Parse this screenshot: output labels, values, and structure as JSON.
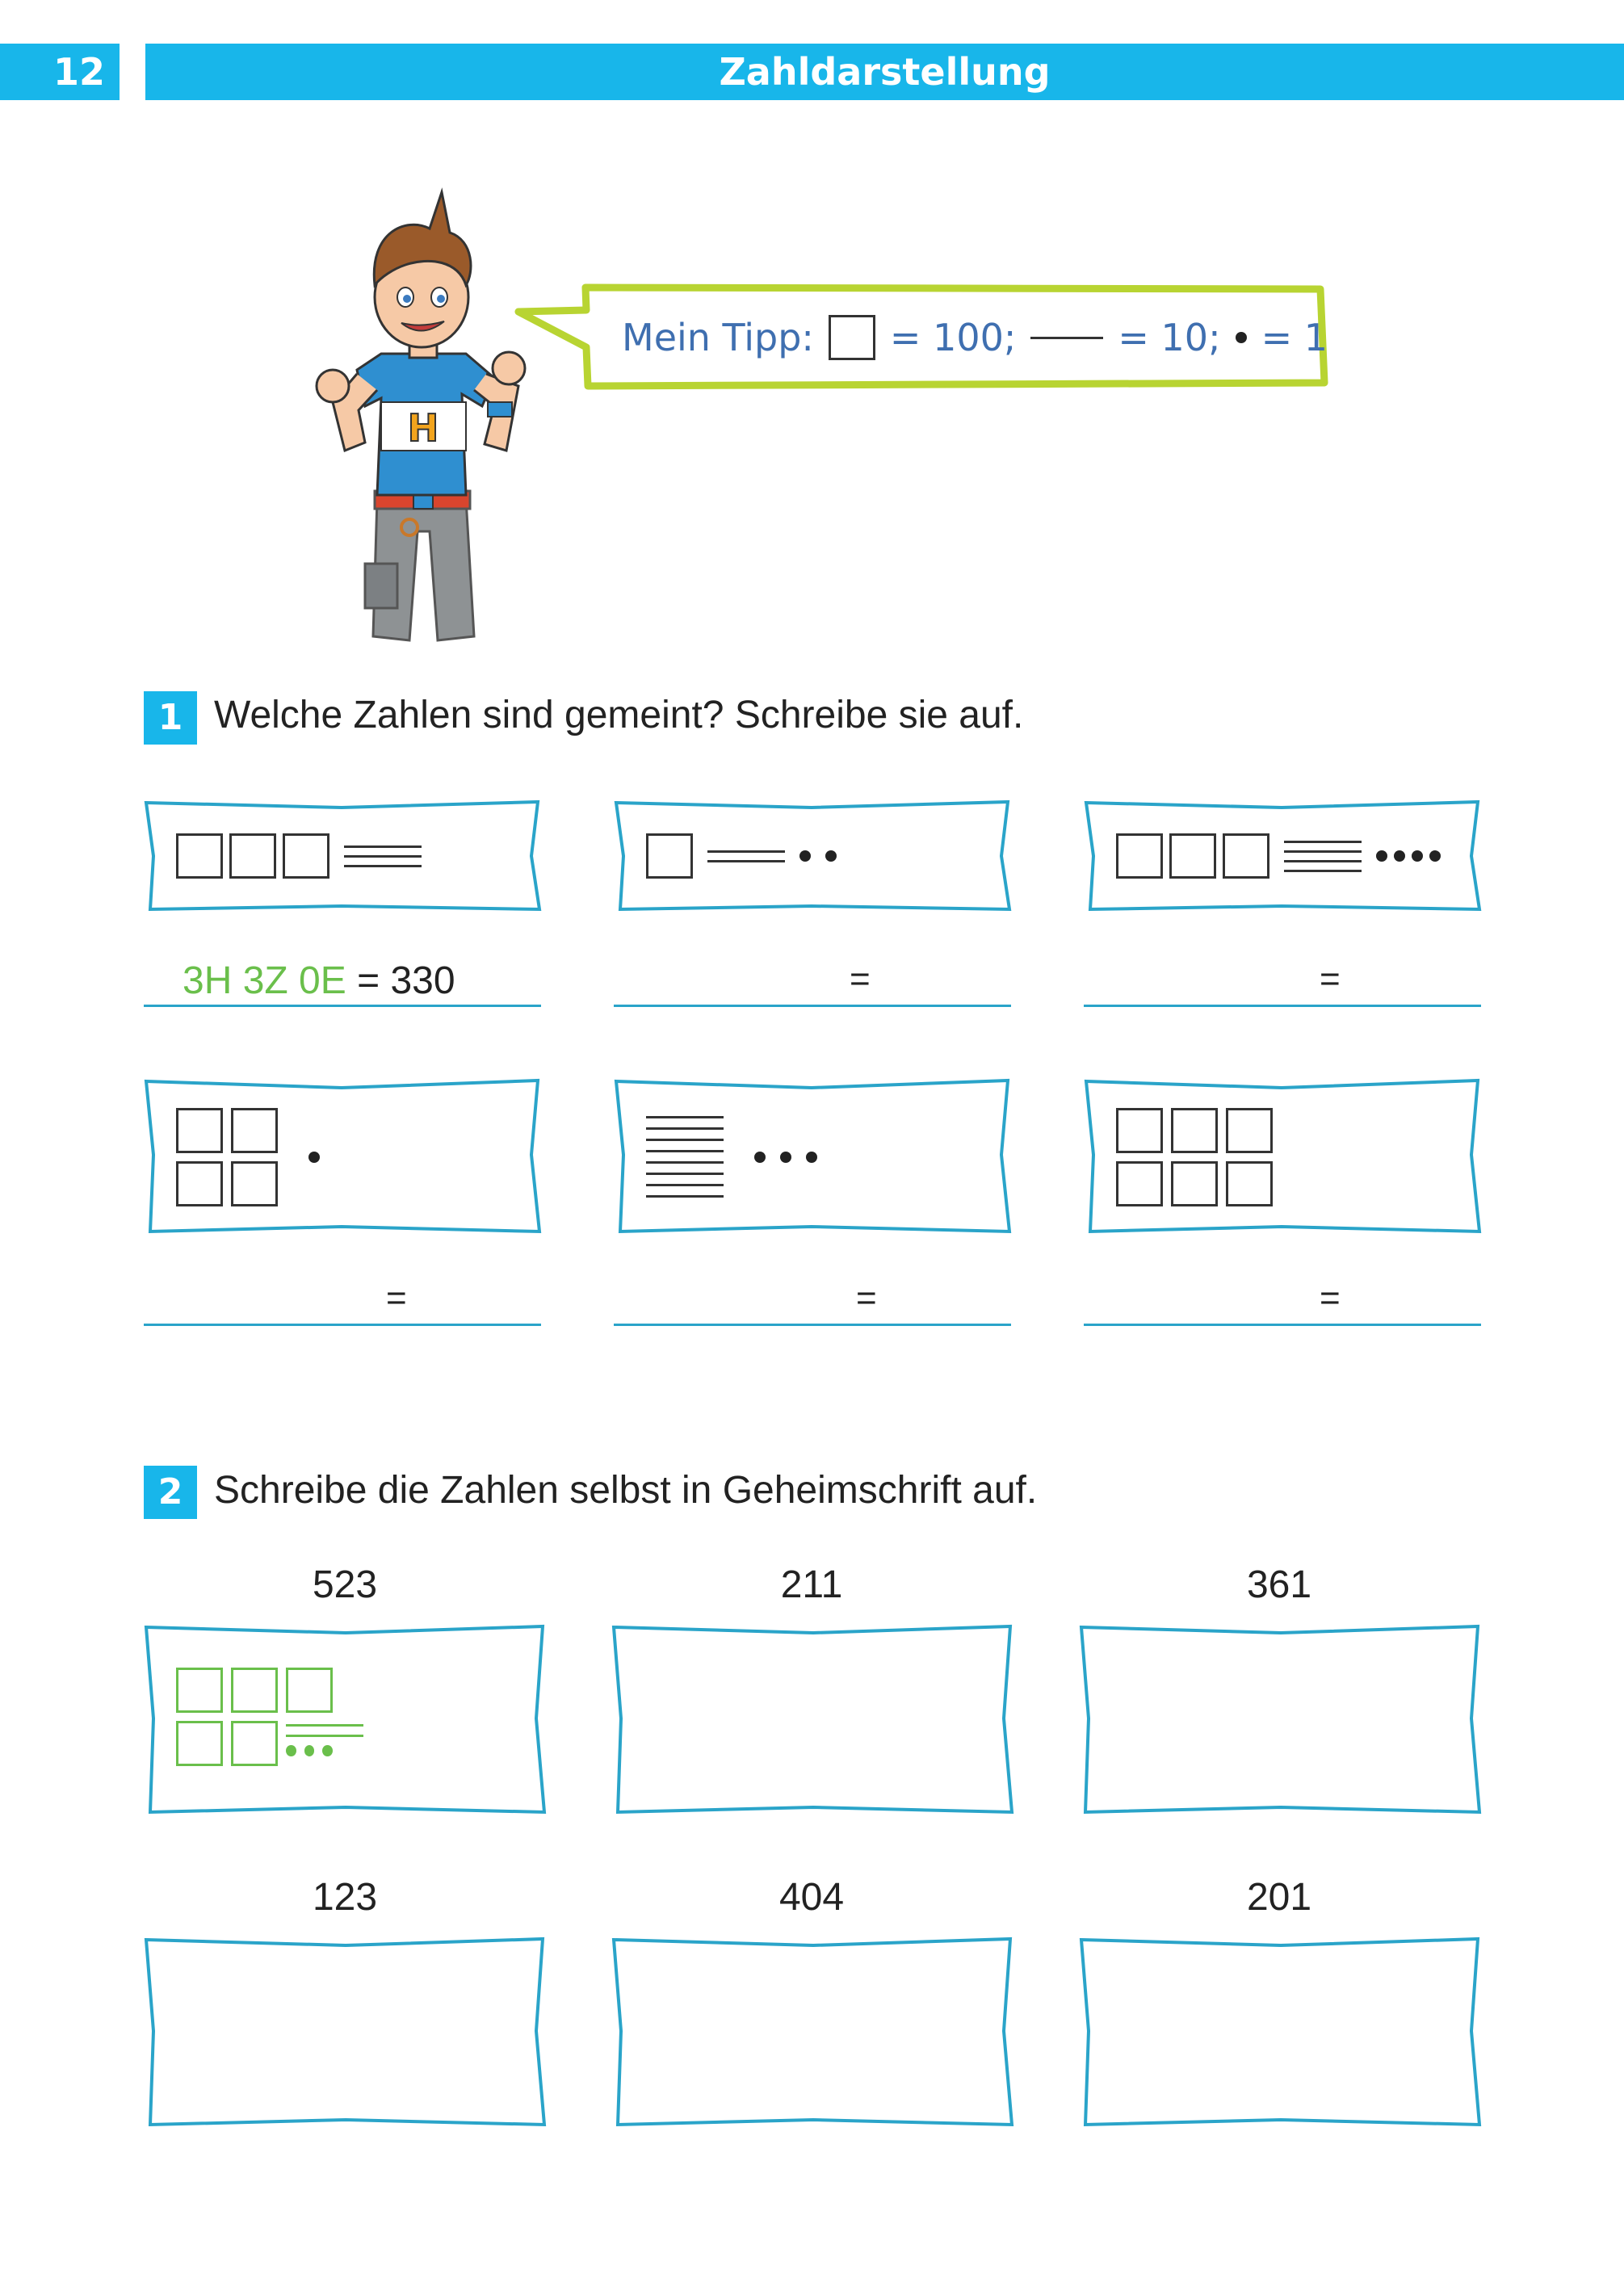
{
  "header": {
    "page_number": "12",
    "title": "Zahldarstellung"
  },
  "tip": {
    "label": "Mein Tipp:",
    "hundred": "= 100;",
    "ten": "= 10;",
    "one": "= 1"
  },
  "task1": {
    "number": "1",
    "instruction": "Welche Zahlen sind gemeint? Schreibe sie auf.",
    "example_answer": "3H 3Z 0E",
    "example_value": "= 330",
    "equals": "=",
    "cards": [
      {
        "hundreds": 3,
        "tens": 3,
        "ones": 0
      },
      {
        "hundreds": 1,
        "tens": 2,
        "ones": 2
      },
      {
        "hundreds": 3,
        "tens": 4,
        "ones": 4
      },
      {
        "hundreds": 4,
        "tens": 0,
        "ones": 1
      },
      {
        "hundreds": 0,
        "tens": 8,
        "ones": 3
      },
      {
        "hundreds": 6,
        "tens": 0,
        "ones": 0
      }
    ]
  },
  "task2": {
    "number": "2",
    "instruction": "Schreibe die Zahlen selbst in Geheimschrift auf.",
    "numbers": [
      "523",
      "211",
      "361",
      "123",
      "404",
      "201"
    ]
  },
  "colors": {
    "accent": "#18b6ea",
    "frame": "#2aa4c9",
    "green": "#6abf4b",
    "bubble": "#b8d432",
    "tip_text": "#3f6fb0"
  }
}
